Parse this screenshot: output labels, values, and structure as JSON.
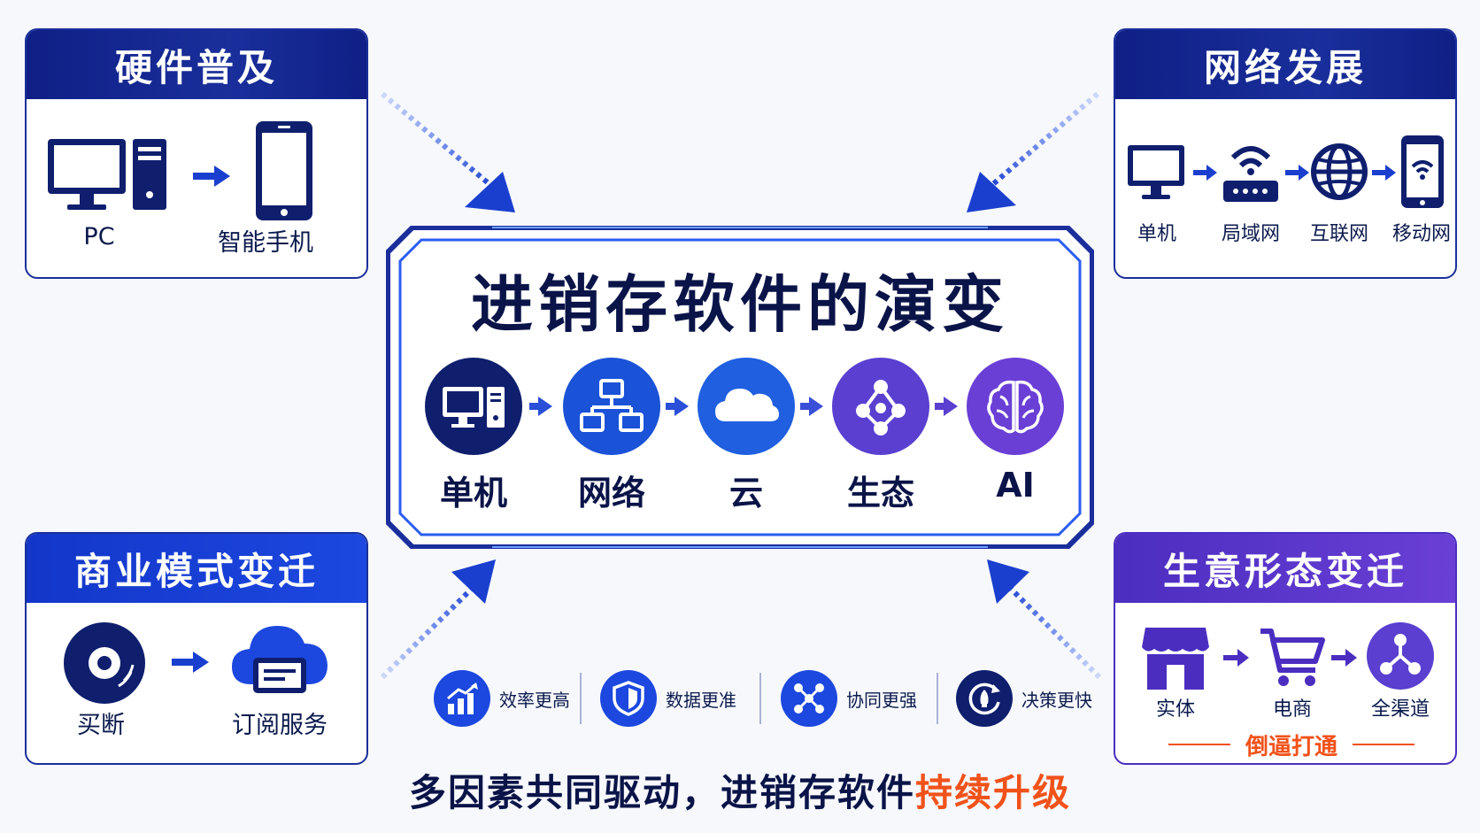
{
  "center": {
    "title": "进销存软件的演变",
    "stages": [
      {
        "label": "单机",
        "icon": "desktop-computer-icon"
      },
      {
        "label": "网络",
        "icon": "network-topology-icon"
      },
      {
        "label": "云",
        "icon": "cloud-icon"
      },
      {
        "label": "生态",
        "icon": "ecosystem-nodes-icon"
      },
      {
        "label": "AI",
        "icon": "ai-brain-icon"
      }
    ],
    "stage_colors": [
      "#0f1f6e",
      "#1a52d8",
      "#1f5fe0",
      "#5a3fd0",
      "#6a3fd6"
    ]
  },
  "hardware": {
    "title": "硬件普及",
    "from": "PC",
    "to": "智能手机"
  },
  "network": {
    "title": "网络发展",
    "steps": [
      "单机",
      "局域网",
      "互联网",
      "移动网"
    ]
  },
  "business_model": {
    "title": "商业模式变迁",
    "from": "买断",
    "to": "订阅服务"
  },
  "business_form": {
    "title": "生意形态变迁",
    "steps": [
      "实体",
      "电商",
      "全渠道"
    ],
    "note": "倒逼打通"
  },
  "benefits": [
    {
      "label": "效率更高",
      "icon": "bar-growth-icon"
    },
    {
      "label": "数据更准",
      "icon": "shield-check-icon"
    },
    {
      "label": "协同更强",
      "icon": "collaboration-nodes-icon"
    },
    {
      "label": "决策更快",
      "icon": "rocket-refresh-icon"
    }
  ],
  "footer": {
    "prefix": "多因素共同驱动，进销存软件",
    "highlight": "持续升级"
  },
  "colors": {
    "navy": "#1a2f9b",
    "blue": "#1c48e0",
    "purple": "#6a3fd6",
    "orange": "#f1521a"
  }
}
